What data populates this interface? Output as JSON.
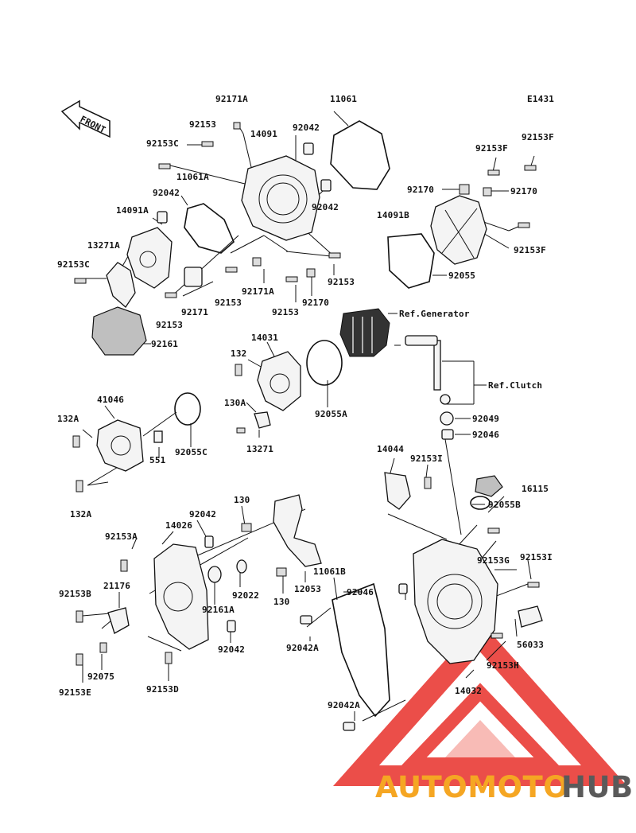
{
  "diagram_code": "E1431",
  "front_label": "FRONT",
  "references": {
    "generator": "Ref.Generator",
    "clutch": "Ref.Clutch"
  },
  "parts": {
    "p92171A_top": "92171A",
    "p11061_top": "11061",
    "p92153_a": "92153",
    "p14091": "14091",
    "p92042_a": "92042",
    "p92153C_a": "92153C",
    "p11061A": "11061A",
    "p92042_b": "92042",
    "p92042_c": "92042",
    "p14091A": "14091A",
    "p13271A": "13271A",
    "p92153C_b": "92153C",
    "p92171A_mid": "92171A",
    "p92153_b": "92153",
    "p92153_c": "92153",
    "p92171": "92171",
    "p92170_mid": "92170",
    "p92153_d": "92153",
    "p92153_e": "92153",
    "p92161": "92161",
    "p92153F_a": "92153F",
    "p92153F_b": "92153F",
    "p92170_a": "92170",
    "p92170_b": "92170",
    "p14091B": "14091B",
    "p92153F_c": "92153F",
    "p92055": "92055",
    "p14031": "14031",
    "p132": "132",
    "p130A": "130A",
    "p13271": "13271",
    "p92055A": "92055A",
    "p41046": "41046",
    "p132A_a": "132A",
    "p132A_b": "132A",
    "p551": "551",
    "p92055C": "92055C",
    "p92049": "92049",
    "p92046_a": "92046",
    "p14044": "14044",
    "p92153I_a": "92153I",
    "p16115": "16115",
    "p92055B": "92055B",
    "p130_a": "130",
    "p92042_d": "92042",
    "p14026": "14026",
    "p92153A": "92153A",
    "p21176": "21176",
    "p92153B": "92153B",
    "p92161A": "92161A",
    "p92022": "92022",
    "p130_b": "130",
    "p12053": "12053",
    "p11061B": "11061B",
    "p92046_b": "92046",
    "p92153G": "92153G",
    "p92153I_b": "92153I",
    "p92042_e": "92042",
    "p92042A_a": "92042A",
    "p92042A_b": "92042A",
    "p92075": "92075",
    "p92153D": "92153D",
    "p92153E": "92153E",
    "p56033": "56033",
    "p92153H": "92153H",
    "p14032": "14032"
  },
  "watermark": {
    "part1": "AUTOMOTO",
    "part2": "HUB"
  },
  "colors": {
    "line": "#111111",
    "watermark_red": "#e8302a",
    "watermark_orange": "#f5a623",
    "watermark_gray": "#5a5a5a"
  }
}
